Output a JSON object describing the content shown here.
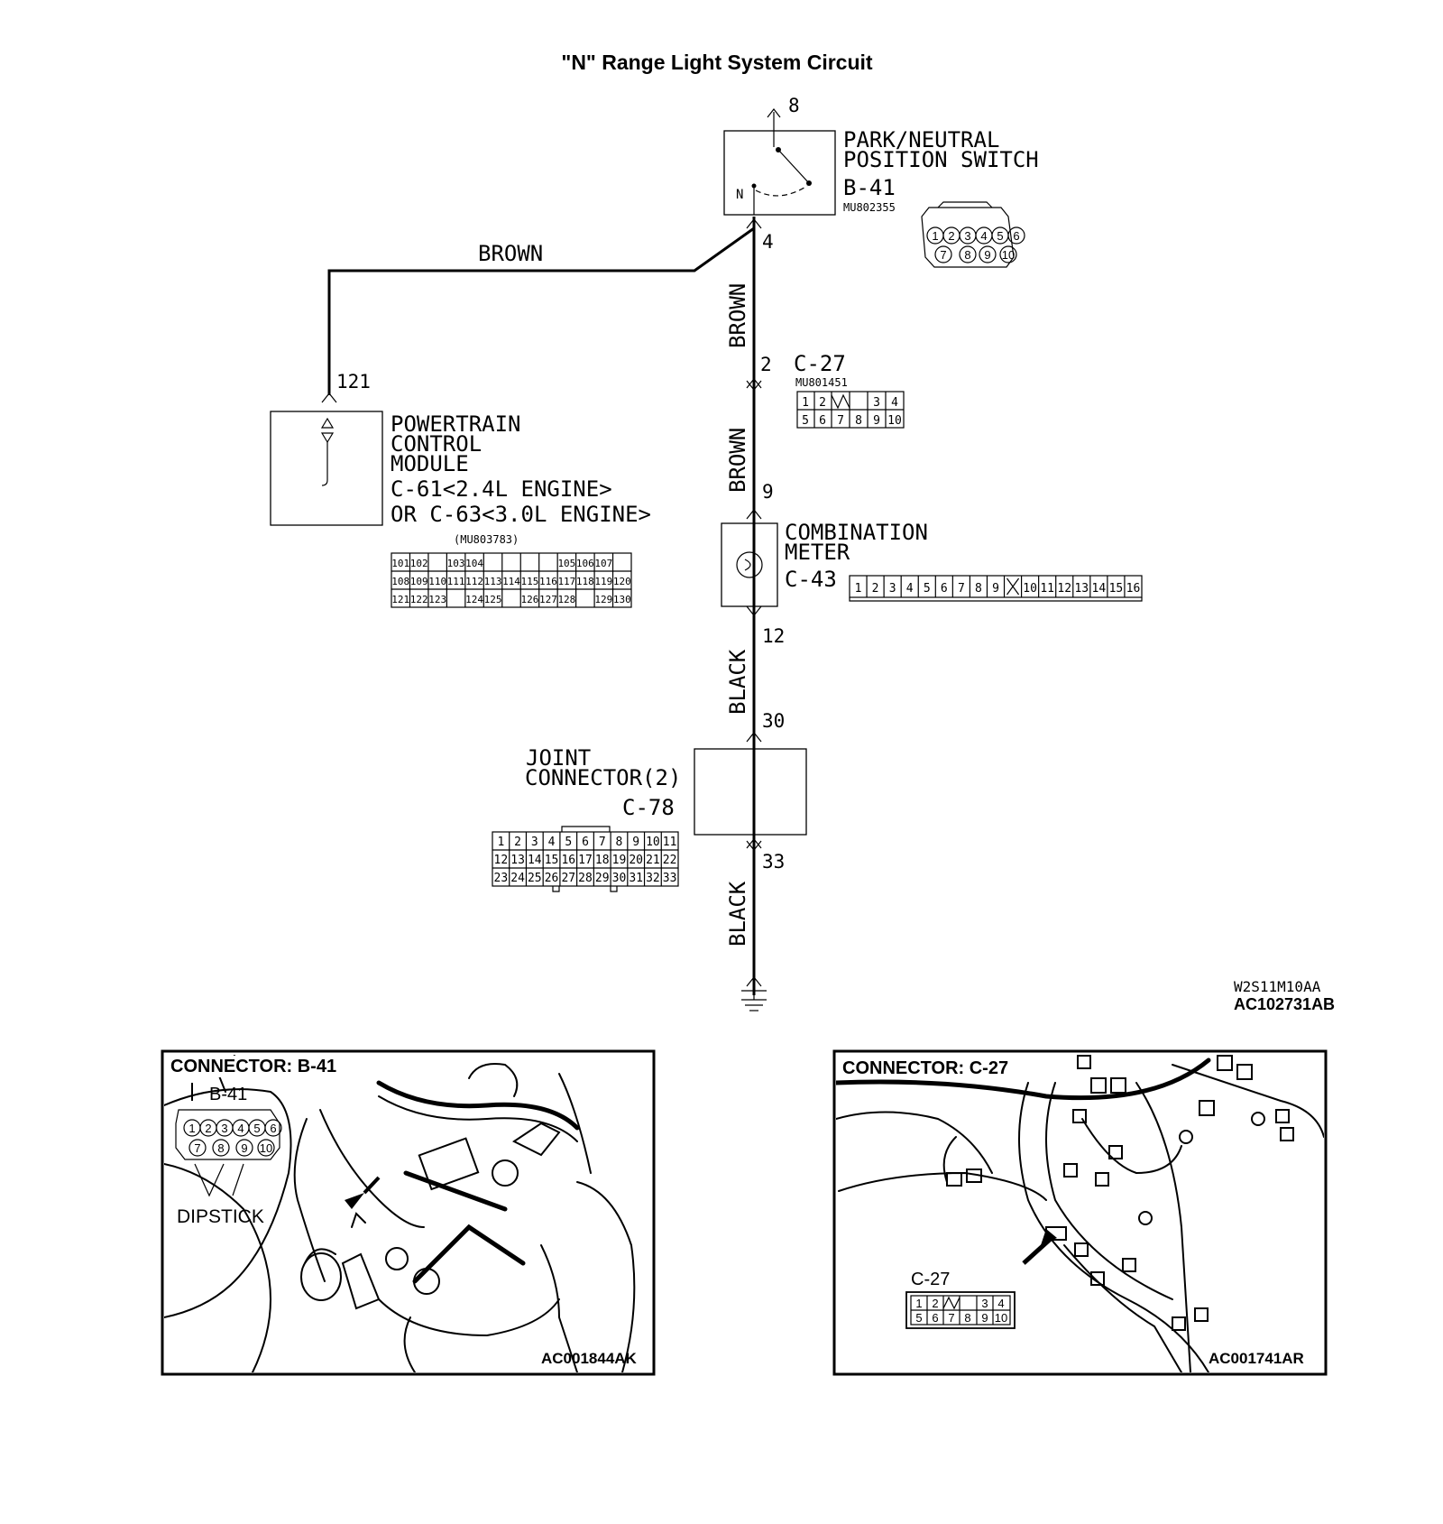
{
  "title": "\"N\" Range Light System Circuit",
  "switch": {
    "name_line1": "PARK/NEUTRAL",
    "name_line2": "POSITION SWITCH",
    "connector": "B-41",
    "part_no": "MU802355",
    "pin_top": "8",
    "pin_bottom": "4",
    "n_label": "N",
    "face_pins_row1": [
      "1",
      "2",
      "3",
      "4",
      "5",
      "6"
    ],
    "face_pins_row2": [
      "7",
      "8",
      "9",
      "10"
    ]
  },
  "wires": {
    "brown_horizontal": "BROWN",
    "brown_upper": "BROWN",
    "brown_lower": "BROWN",
    "black_upper": "BLACK",
    "black_lower": "BLACK"
  },
  "c27": {
    "pin": "2",
    "connector": "C-27",
    "part_no": "MU801451",
    "row1": [
      "1",
      "2",
      "",
      "3",
      "4"
    ],
    "row2": [
      "5",
      "6",
      "7",
      "8",
      "9",
      "10"
    ]
  },
  "pcm": {
    "pin": "121",
    "line1": "POWERTRAIN",
    "line2": "CONTROL",
    "line3": "MODULE",
    "line4": "C-61<2.4L ENGINE>",
    "line5": "OR C-63<3.0L ENGINE>",
    "part_no": "(MU803783)",
    "row1": [
      "101",
      "102",
      "",
      "103",
      "104",
      "",
      "",
      "",
      "",
      "105",
      "106",
      "107"
    ],
    "row2": [
      "108",
      "109",
      "110",
      "111",
      "112",
      "113",
      "114",
      "115",
      "116",
      "117",
      "118",
      "119",
      "120"
    ],
    "row3": [
      "121",
      "122",
      "123",
      "",
      "124",
      "125",
      "",
      "126",
      "127",
      "128",
      "",
      "129",
      "130"
    ]
  },
  "meter": {
    "pin_top": "9",
    "pin_bottom": "12",
    "line1": "COMBINATION",
    "line2": "METER",
    "connector": "C-43",
    "pins": [
      "1",
      "2",
      "3",
      "4",
      "5",
      "6",
      "7",
      "8",
      "9",
      "",
      "10",
      "11",
      "12",
      "13",
      "14",
      "15",
      "16"
    ]
  },
  "joint": {
    "pin_top": "30",
    "pin_bottom": "33",
    "line1": "JOINT",
    "line2": "CONNECTOR(2)",
    "connector": "C-78",
    "row1": [
      "1",
      "2",
      "3",
      "4",
      "5",
      "6",
      "7",
      "8",
      "9",
      "10",
      "11"
    ],
    "row2": [
      "12",
      "13",
      "14",
      "15",
      "16",
      "17",
      "18",
      "19",
      "20",
      "21",
      "22"
    ],
    "row3": [
      "23",
      "24",
      "25",
      "26",
      "27",
      "28",
      "29",
      "30",
      "31",
      "32",
      "33"
    ]
  },
  "codes": {
    "diagram_code": "W2S11M10AA",
    "figure_code": "AC102731AB"
  },
  "photo_left": {
    "title": "CONNECTOR: B-41",
    "connector_label": "B-41",
    "dipstick": "DIPSTICK",
    "code": "AC001844AK",
    "row1": [
      "1",
      "2",
      "3",
      "4",
      "5",
      "6"
    ],
    "row2": [
      "7",
      "8",
      "9",
      "10"
    ]
  },
  "photo_right": {
    "title": "CONNECTOR: C-27",
    "connector_label": "C-27",
    "code": "AC001741AR",
    "row1": [
      "1",
      "2",
      "",
      "3",
      "4"
    ],
    "row2": [
      "5",
      "6",
      "7",
      "8",
      "9",
      "10"
    ]
  }
}
